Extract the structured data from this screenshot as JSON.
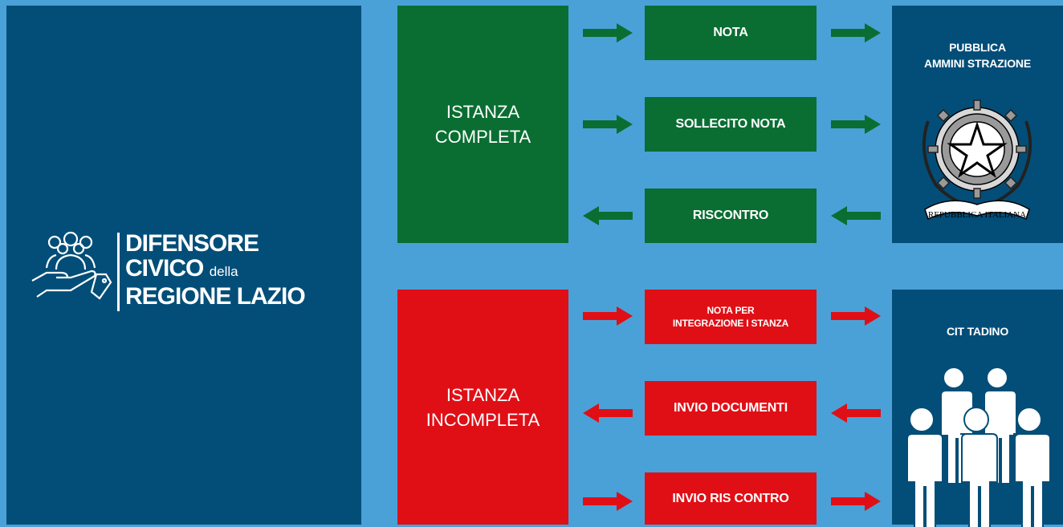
{
  "logo": {
    "line1": "DIFENSORE",
    "line2": "CIVICO",
    "line2_small": "della",
    "line3": "REGIONE LAZIO"
  },
  "complete": {
    "label_line1": "ISTANZA",
    "label_line2": "COMPLETA",
    "steps": [
      "NOTA",
      "SOLLECITO NOTA",
      "RISCONTRO"
    ]
  },
  "incomplete": {
    "label_line1": "ISTANZA",
    "label_line2": "INCOMPLETA",
    "step1_line1": "NOTA PER",
    "step1_line2": "INTEGRAZIONE I STANZA",
    "step2": "INVIO DOCUMENTI",
    "step3": "INVIO RIS CONTRO"
  },
  "public_admin": {
    "line1": "PUBBLICA",
    "line2": "AMMINI STRAZIONE",
    "emblem_text": "REPUBBLICA ITALIANA"
  },
  "citizen": {
    "title": "CIT TADINO"
  },
  "colors": {
    "background": "#4aa1d8",
    "navy": "#034e78",
    "green": "#0a6e32",
    "red": "#e00f16"
  }
}
